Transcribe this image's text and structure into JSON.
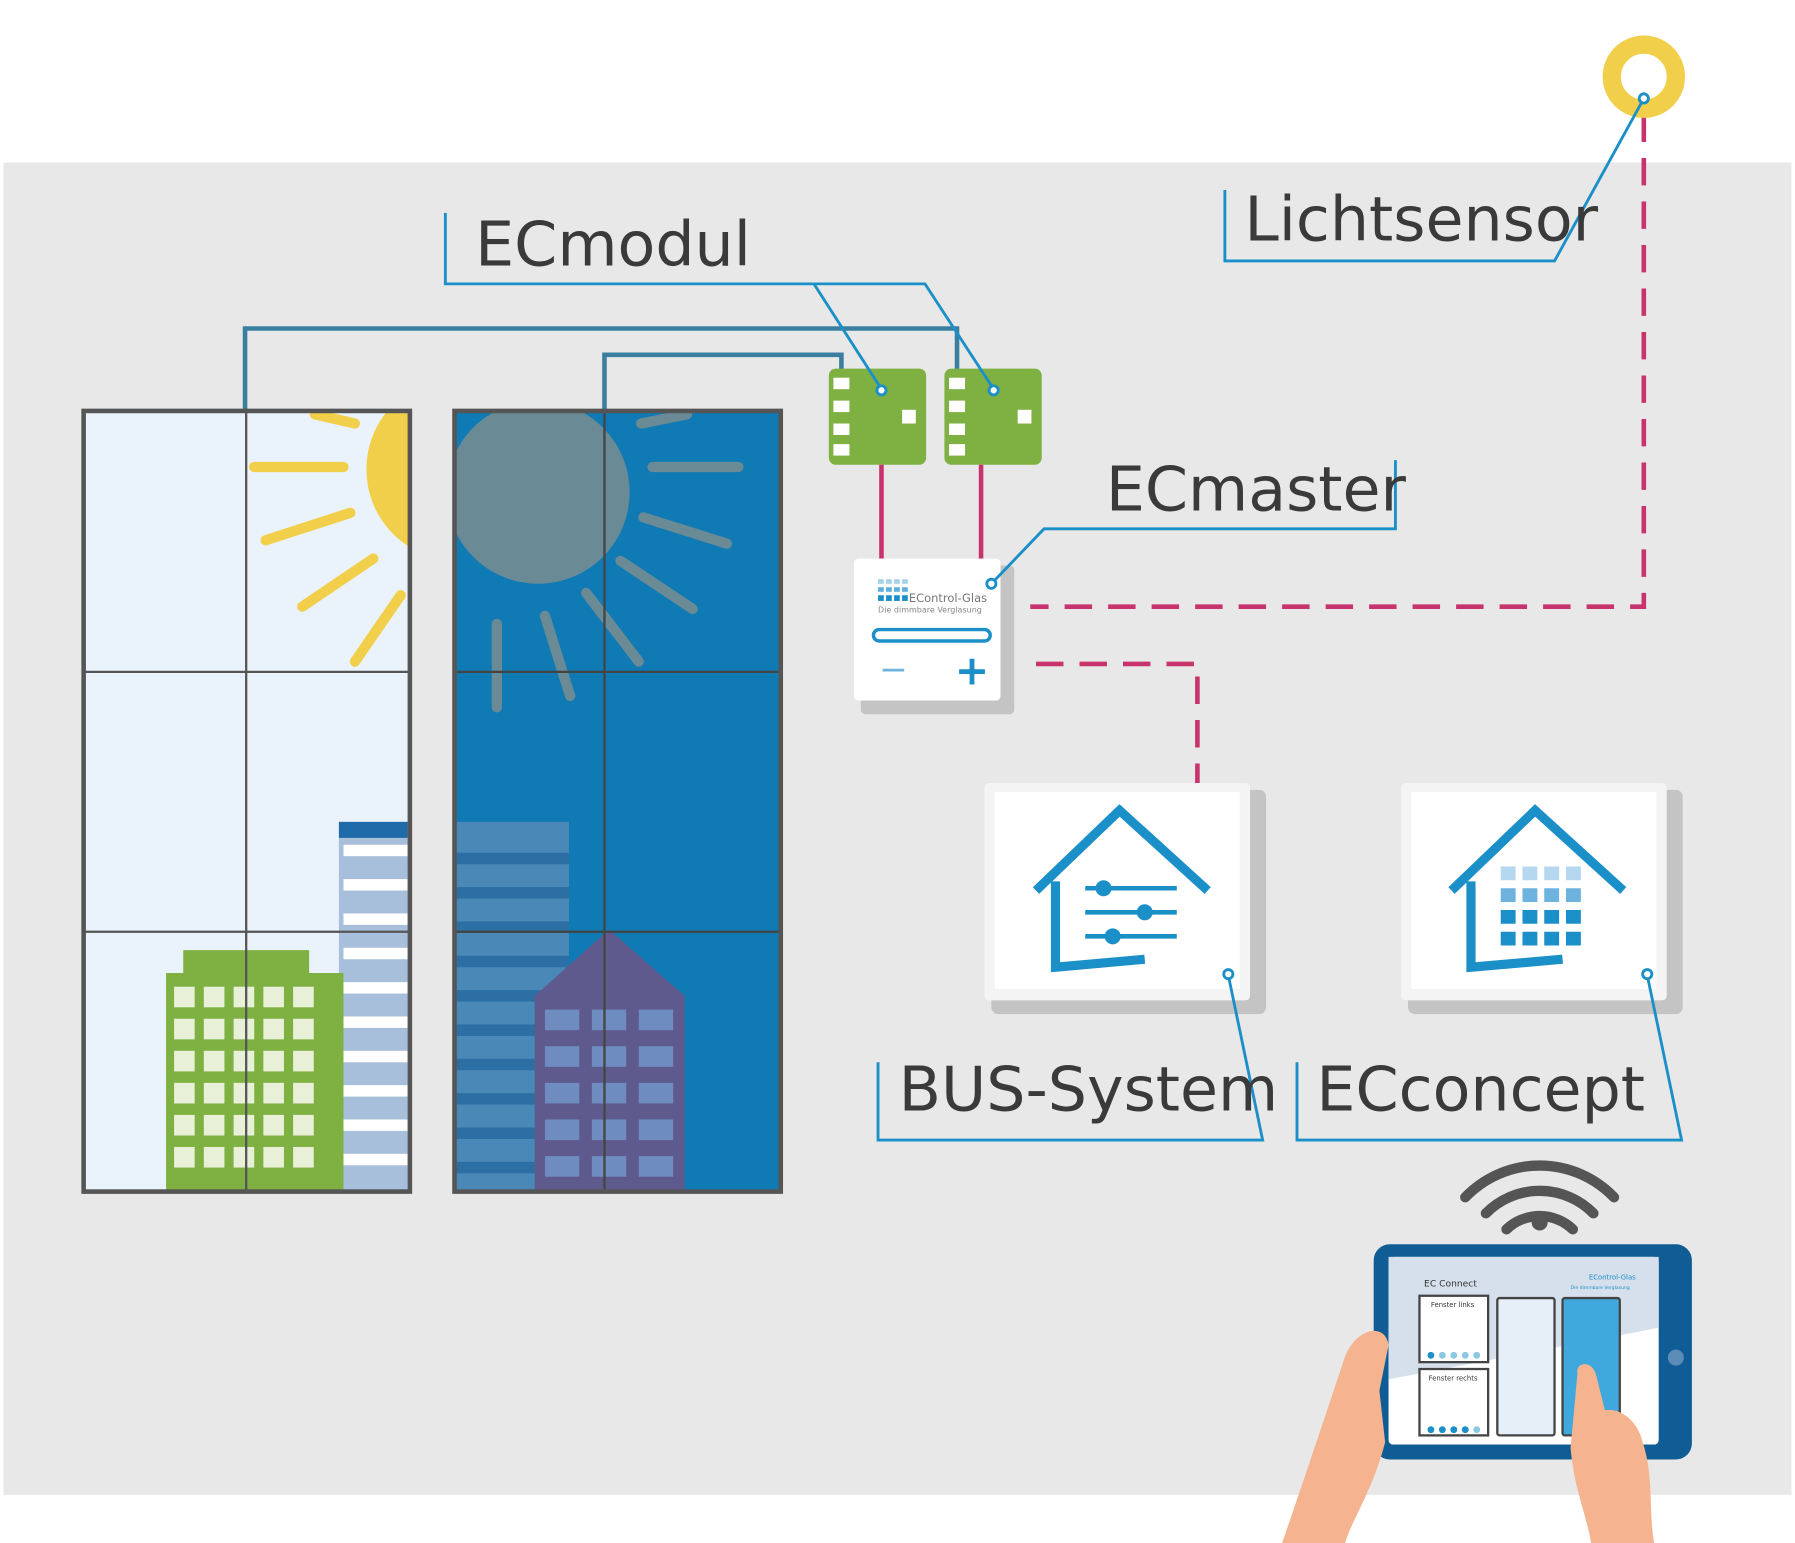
{
  "labels": {
    "ecmodul": "ECmodul",
    "lichtsensor": "Lichtsensor",
    "ecmaster": "ECmaster",
    "bus_system": "BUS-System",
    "ecconcept": "ECconcept"
  },
  "ecmaster_device": {
    "brand": "EControl-Glas",
    "tagline": "Die dimmbare Verglasung",
    "minus": "−",
    "plus": "+"
  },
  "tablet": {
    "app_title": "EC Connect",
    "brand": "EControl-Glas",
    "tagline": "Die dimmbare Verglasung",
    "panel_left": "Fenster links",
    "panel_right": "Fenster rechts"
  },
  "colors": {
    "background": "#e8e8e8",
    "accent_blue": "#1a8fc8",
    "module_green": "#7fb142",
    "signal_pink": "#c8336e",
    "sensor_yellow": "#f2cf4a",
    "tinted_glass": "#0f7ab3"
  }
}
